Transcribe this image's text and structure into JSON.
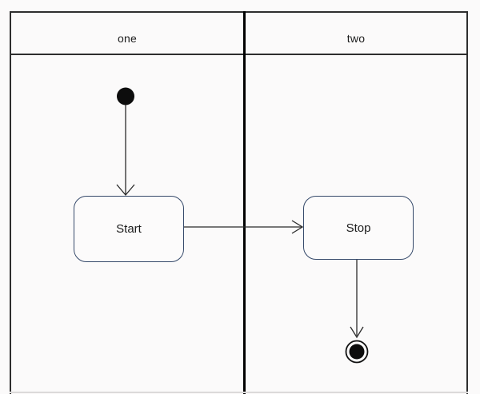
{
  "diagram": {
    "type": "uml-activity-swimlane",
    "lanes": [
      {
        "label": "one"
      },
      {
        "label": "two"
      }
    ],
    "nodes": [
      {
        "id": "initial",
        "type": "initial-state",
        "lane": "one",
        "label": ""
      },
      {
        "id": "start",
        "type": "activity",
        "lane": "one",
        "label": "Start"
      },
      {
        "id": "stop",
        "type": "activity",
        "lane": "two",
        "label": "Stop"
      },
      {
        "id": "final",
        "type": "final-state",
        "lane": "two",
        "label": ""
      }
    ],
    "edges": [
      {
        "from": "initial",
        "to": "start"
      },
      {
        "from": "start",
        "to": "stop"
      },
      {
        "from": "stop",
        "to": "final"
      }
    ],
    "colors": {
      "background": "#fbfafa",
      "frame": "#2e2e2e",
      "lane_divider": "#000000",
      "activity_border": "#35496a",
      "edge": "#2b2b2b",
      "node_fill": "#0d0d0d",
      "text": "#1c1c1c"
    }
  }
}
